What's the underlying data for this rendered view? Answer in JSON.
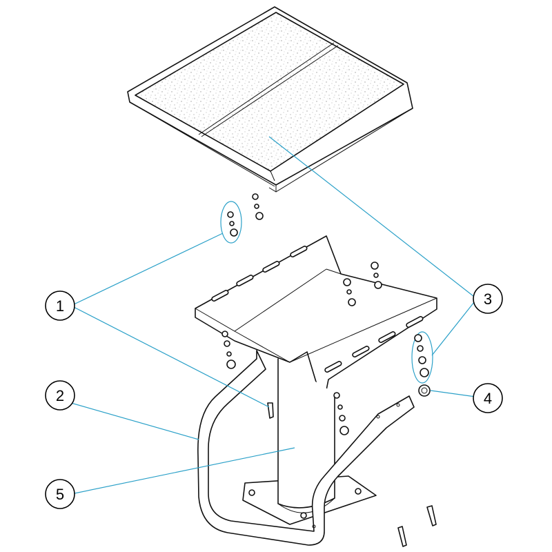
{
  "callouts": [
    {
      "label": "1"
    },
    {
      "label": "2"
    },
    {
      "label": "3"
    },
    {
      "label": "4"
    },
    {
      "label": "5"
    }
  ],
  "colors": {
    "leader": "#2aa0c8",
    "outline": "#111111",
    "tread_grain": "#9a9a9a"
  }
}
